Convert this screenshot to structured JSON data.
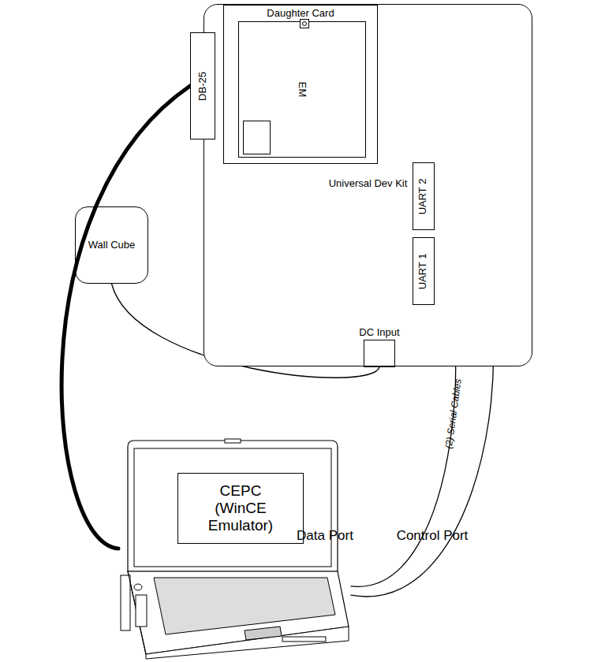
{
  "diagram": {
    "nodes": [
      {
        "text": [
          "Universal Dev Kit"
        ]
      },
      {
        "text": [
          "DB-25"
        ],
        "in": 0
      },
      {
        "text": [
          "Daughter Card"
        ],
        "in": 0
      },
      {
        "text": [
          "EM"
        ],
        "in": 2
      },
      {
        "text": [
          "UART 2"
        ],
        "in": 0
      },
      {
        "text": [
          "UART 1"
        ],
        "in": 0
      },
      {
        "text": [
          "DC Input"
        ],
        "in": 0
      },
      {
        "text": [
          "Wall Cube"
        ]
      },
      {
        "text": [
          "CEPC (WinCE Emulator)"
        ]
      }
    ],
    "edges": [
      {
        "from": 1,
        "to": 8,
        "arrow": "none"
      },
      {
        "from": 7,
        "to": 6,
        "arrow": "none"
      },
      {
        "from": 5,
        "to": 8,
        "arrow": "none"
      },
      {
        "from": 4,
        "to": 8,
        "arrow": "none"
      }
    ],
    "labels": [
      "(2) Serial Cables",
      "Data Port",
      "Control Port"
    ]
  }
}
